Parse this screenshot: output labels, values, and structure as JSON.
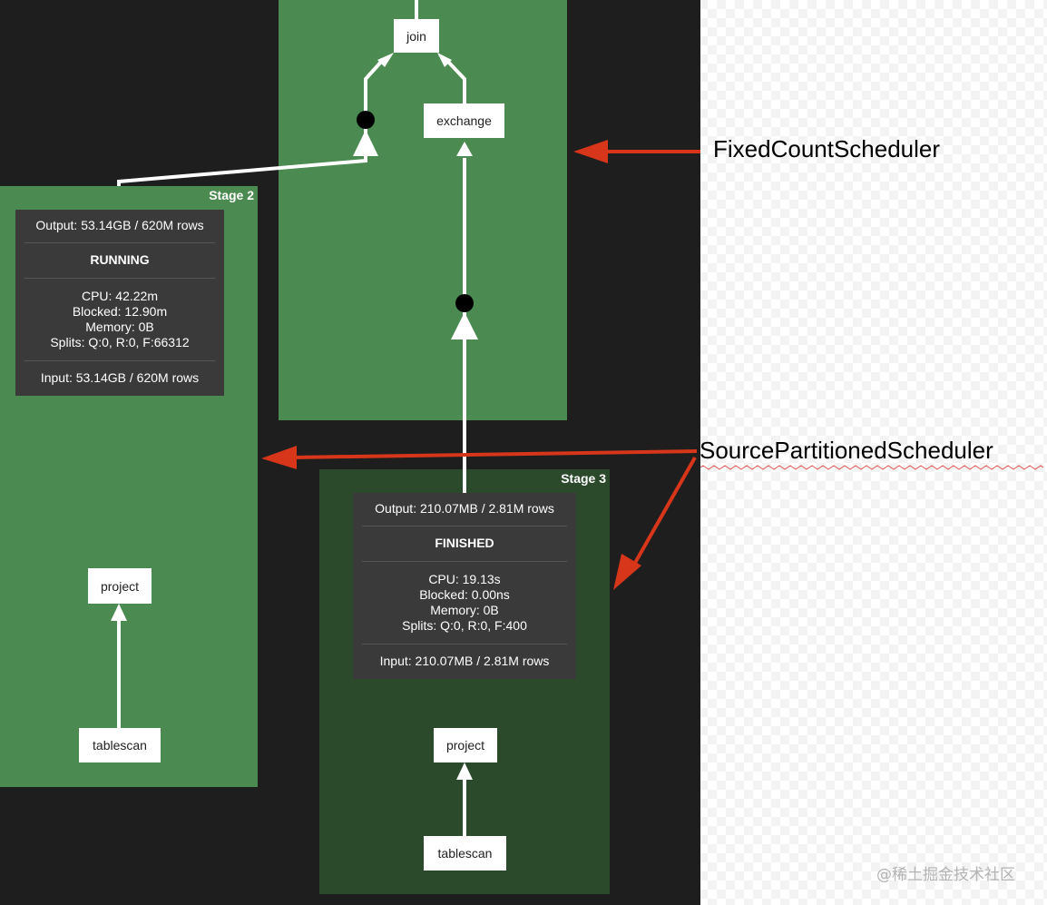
{
  "stages": {
    "top": {
      "nodes": {
        "join": "join",
        "exchange": "exchange"
      }
    },
    "stage2": {
      "label": "Stage 2",
      "output": "Output: 53.14GB / 620M rows",
      "status": "RUNNING",
      "stats": [
        "CPU: 42.22m",
        "Blocked: 12.90m",
        "Memory: 0B",
        "Splits: Q:0, R:0, F:66312"
      ],
      "input": "Input: 53.14GB / 620M rows",
      "nodes": {
        "project": "project",
        "tablescan": "tablescan"
      }
    },
    "stage3": {
      "label": "Stage 3",
      "output": "Output: 210.07MB / 2.81M rows",
      "status": "FINISHED",
      "stats": [
        "CPU: 19.13s",
        "Blocked: 0.00ns",
        "Memory: 0B",
        "Splits: Q:0, R:0, F:400"
      ],
      "input": "Input: 210.07MB / 2.81M rows",
      "nodes": {
        "project": "project",
        "tablescan": "tablescan"
      }
    }
  },
  "annotations": {
    "fixed": "FixedCountScheduler",
    "source": "SourcePartitionedScheduler"
  },
  "watermark": "@稀土掘金技术社区",
  "colors": {
    "stage_running": "#4b8a50",
    "stage_finished": "#2b4a2c",
    "canvas_bg": "#1e1e1e",
    "info_bg": "#3a3a3a",
    "annotation_arrow": "#d7361a"
  }
}
